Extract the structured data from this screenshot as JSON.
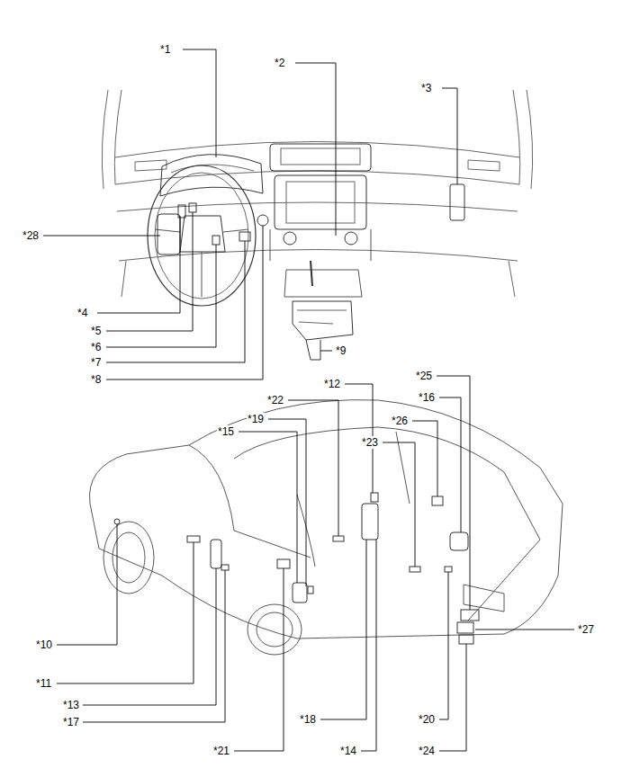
{
  "diagram": {
    "labels": [
      "*1",
      "*2",
      "*3",
      "*28",
      "*4",
      "*5",
      "*6",
      "*7",
      "*8",
      "*9",
      "*25",
      "*12",
      "*22",
      "*16",
      "*19",
      "*26",
      "*15",
      "*23",
      "*10",
      "*27",
      "*11",
      "*13",
      "*18",
      "*20",
      "*17",
      "*21",
      "*14",
      "*24"
    ]
  }
}
